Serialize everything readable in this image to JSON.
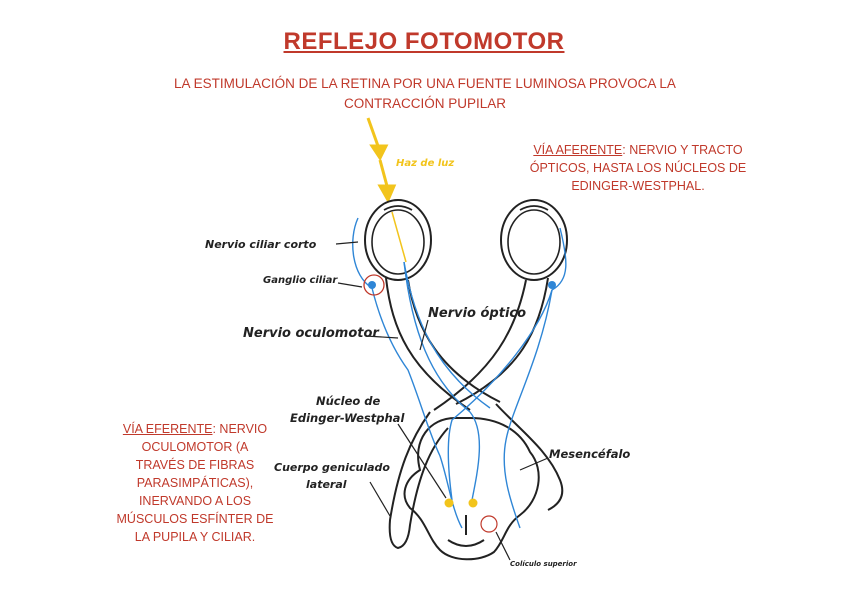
{
  "title": "REFLEJO FOTOMOTOR",
  "intro": {
    "line1": "LA ESTIMULACIÓN DE LA RETINA POR UNA FUENTE LUMINOSA PROVOCA LA",
    "line2": "CONTRACCIÓN PUPILAR"
  },
  "afferent": {
    "heading": "VÍA AFERENTE",
    "text1": ": NERVIO Y TRACTO",
    "text2": "ÓPTICOS, HASTA LOS NÚCLEOS DE",
    "text3": "EDINGER-WESTPHAL."
  },
  "efferent": {
    "heading": "VÍA EFERENTE",
    "text1": ": NERVIO",
    "text2": "OCULOMOTOR (A",
    "text3": "TRAVÉS DE FIBRAS",
    "text4": "PARASIMPÁTICAS),",
    "text5": "INERVANDO A LOS",
    "text6": "MÚSCULOS ESFÍNTER DE",
    "text7": "LA PUPILA Y CILIAR."
  },
  "labels": {
    "light_beam": "Haz de luz",
    "short_ciliary": "Nervio ciliar corto",
    "ciliary_ganglion": "Ganglio ciliar",
    "oculomotor": "Nervio oculomotor",
    "optic_nerve": "Nervio óptico",
    "ew_nucleus_1": "Núcleo de",
    "ew_nucleus_2": "Edinger-Westphal",
    "lgn_1": "Cuerpo geniculado",
    "lgn_2": "lateral",
    "midbrain": "Mesencéfalo",
    "superior_colliculus": "Colículo superior"
  },
  "colors": {
    "title_red": "#c0392b",
    "nerve_blue": "#2f86d6",
    "light_yellow": "#f2c41c",
    "outline_black": "#222222"
  }
}
